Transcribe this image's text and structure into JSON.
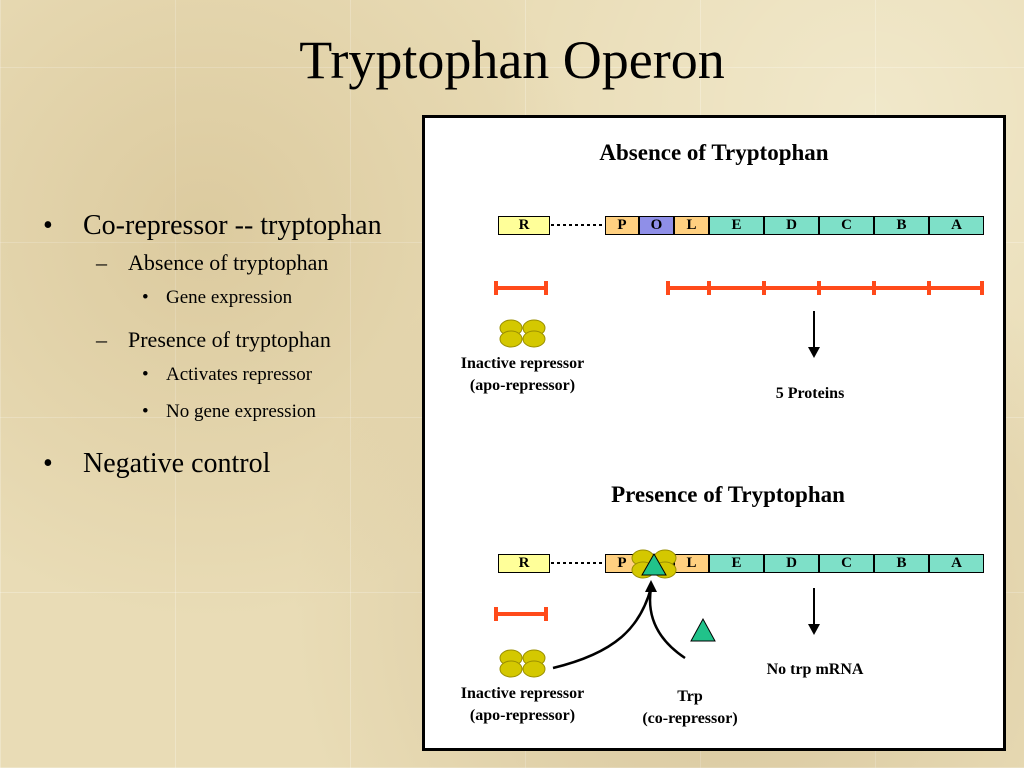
{
  "slide": {
    "title": "Tryptophan Operon",
    "bullets": {
      "b1": "Co-repressor -- tryptophan",
      "b1_1": "Absence of tryptophan",
      "b1_1_1": "Gene expression",
      "b1_2": "Presence of tryptophan",
      "b1_2_1": "Activates repressor",
      "b1_2_2": "No gene expression",
      "b2": "Negative control",
      "dash": "–"
    }
  },
  "diagram": {
    "absence": {
      "heading": "Absence of Tryptophan",
      "repressor_label_1": "Inactive repressor",
      "repressor_label_2": "(apo-repressor)",
      "result": "5 Proteins"
    },
    "presence": {
      "heading": "Presence of Tryptophan",
      "repressor_label_1": "Inactive repressor",
      "repressor_label_2": "(apo-repressor)",
      "trp_label_1": "Trp",
      "trp_label_2": "(co-repressor)",
      "result": "No trp mRNA"
    },
    "genes": {
      "r": "R",
      "p": "P",
      "o": "O",
      "l": "L",
      "e": "E",
      "d": "D",
      "c": "C",
      "b": "B",
      "a": "A"
    },
    "colors": {
      "regulator": "#ffff99",
      "promoter": "#ffd080",
      "operator": "#8f8fe8",
      "structural": "#7ee0c8",
      "transcript": "#ff4a1a",
      "repressor": "#d4c800",
      "tryptophan": "#21c28a"
    }
  }
}
